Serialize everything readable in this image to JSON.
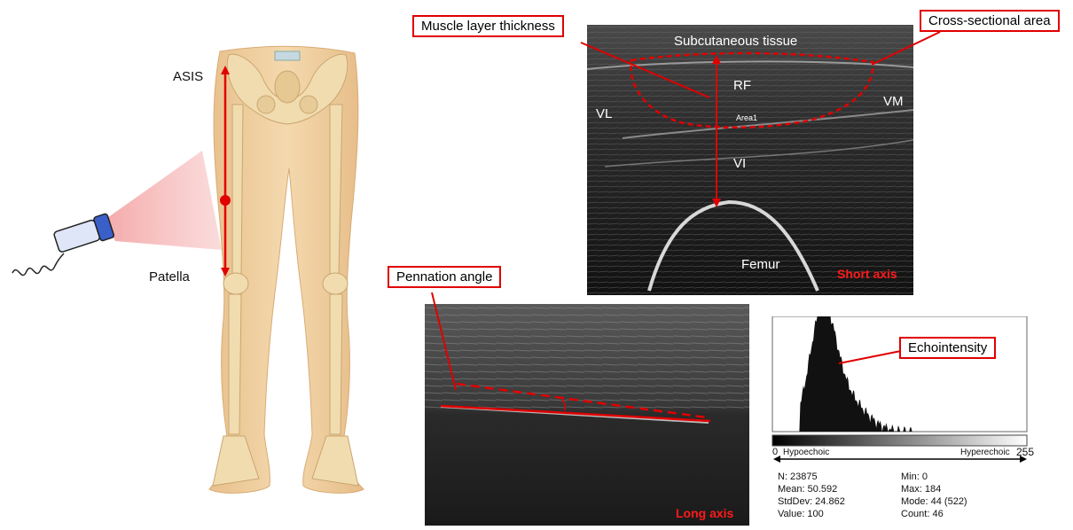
{
  "leg": {
    "asis_label": "ASIS",
    "patella_label": "Patella"
  },
  "short_axis": {
    "tissue_label": "Subcutaneous tissue",
    "rf_label": "RF",
    "vl_label": "VL",
    "vm_label": "VM",
    "vi_label": "VI",
    "area_label": "Area1",
    "femur_label": "Femur",
    "axis_label": "Short axis",
    "muscle_thickness_callout": "Muscle layer thickness",
    "cross_section_callout": "Cross-sectional area"
  },
  "long_axis": {
    "axis_label": "Long axis",
    "pennation_callout": "Pennation angle"
  },
  "histogram": {
    "callout": "Echointensity",
    "min_tick": "0",
    "max_tick": "255",
    "hypo_label": "Hypoechoic",
    "hyper_label": "Hyperechoic",
    "stats": {
      "n": "N: 23875",
      "mean": "Mean: 50.592",
      "stddev": "StdDev: 24.862",
      "value": "Value: 100",
      "min": "Min: 0",
      "max": "Max: 184",
      "mode": "Mode: 44 (522)",
      "count": "Count: 46"
    }
  },
  "colors": {
    "accent_red": "#e00000",
    "bone": "#f1dcb0",
    "skin": "#ecc99a"
  },
  "icons": {
    "probe": "ultrasound-probe-icon"
  }
}
